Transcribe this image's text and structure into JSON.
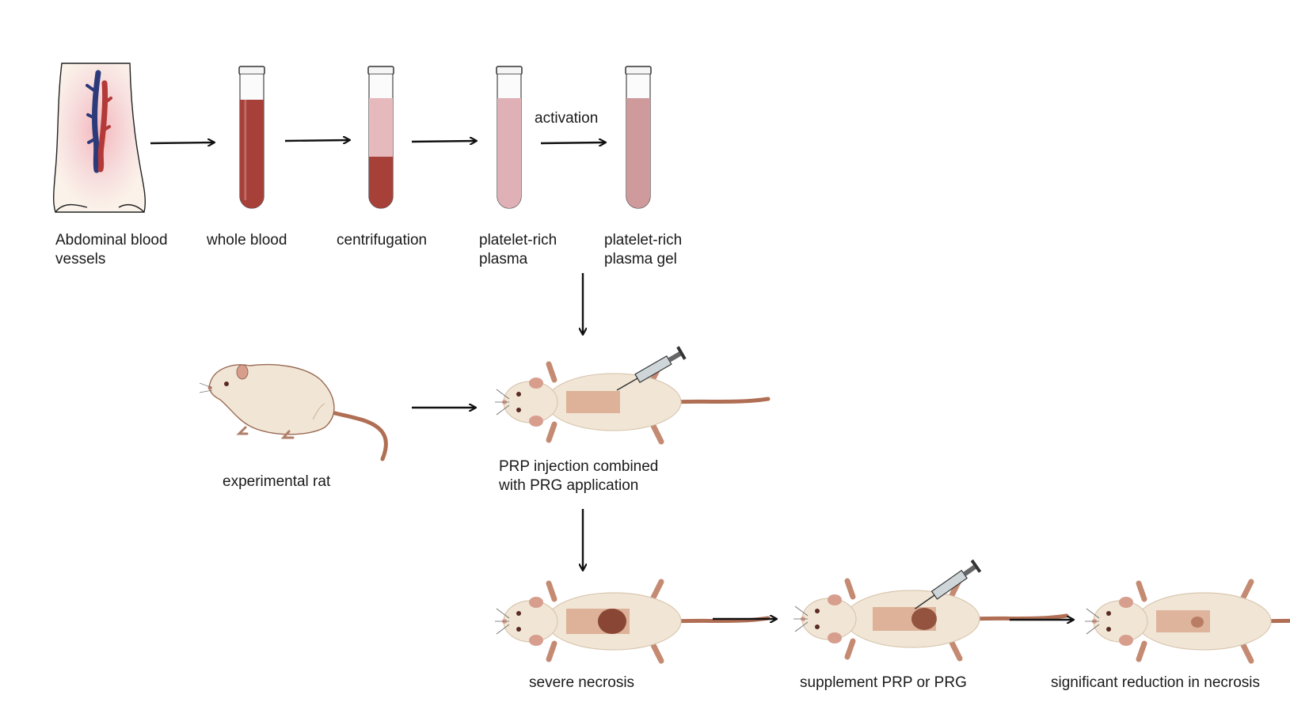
{
  "labels": {
    "abdominal_blood_vessels": [
      "Abdominal blood",
      "vessels"
    ],
    "whole_blood": "whole blood",
    "centrifugation": "centrifugation",
    "platelet_rich_plasma": [
      "platelet-rich",
      "plasma"
    ],
    "platelet_rich_plasma_gel": [
      "platelet-rich",
      "plasma gel"
    ],
    "activation": "activation",
    "experimental_rat": "experimental rat",
    "prp_injection": [
      "PRP injection combined",
      "with PRG application"
    ],
    "severe_necrosis": "severe necrosis",
    "supplement": "supplement PRP or PRG",
    "significant_reduction": "significant reduction in necrosis"
  },
  "colors": {
    "whole_blood": "#a8403a",
    "plasma_light": "#e6b9bd",
    "prp": "#dfb1b6",
    "gel": "#cf9a9c",
    "vein": "#2c3a7a",
    "artery": "#b33a38",
    "rat_body": "#f1e6d6",
    "rat_tail": "#b06f55",
    "necrosis": "#7a3322"
  },
  "icons": [
    "abdomen-illustration",
    "test-tube-icon",
    "rat-icon",
    "syringe-icon",
    "arrow-icon"
  ]
}
